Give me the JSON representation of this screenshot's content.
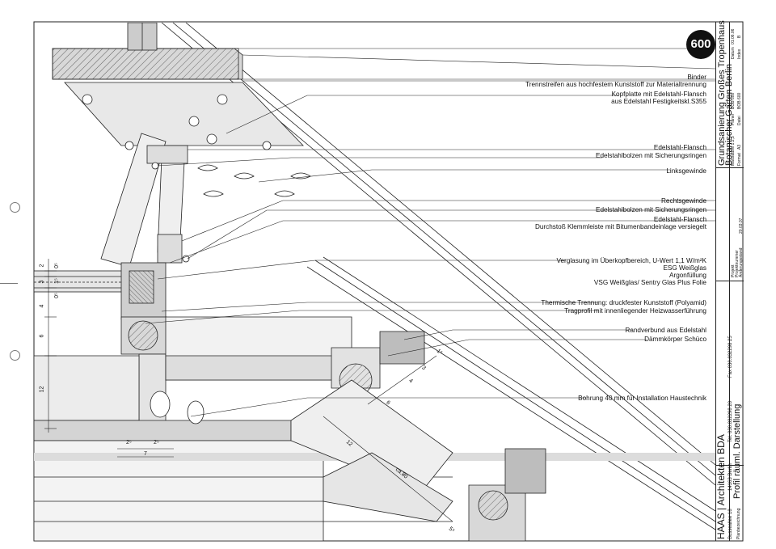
{
  "sheet_number": "600",
  "labels": [
    "Binder",
    "Trennstreifen aus hochfestem Kunststoff zur Materialtrennung",
    "Kopfplatte mit Edelstahl-Flansch",
    "aus Edelstahl Festigkeitskl.S355",
    "Edelstahl-Flansch",
    "Edelstahlbolzen mit Sicherungsringen",
    "Linksgewinde",
    "Rechtsgewinde",
    "Edelstahlbolzen mit Sicherungsringen",
    "Edelstahl-Flansch",
    "Durchstoß Klemmleiste mit Bitumenbandeinlage versiegelt",
    "Verglasung im Überkopfbereich, U-Wert 1,1 W/m²K",
    "ESG Weißglas",
    "Argonfüllung",
    "VSG Weißglas/ Sentry Glas Plus Folie",
    "Thermische Trennung: druckfester Kunststoff (Polyamid)",
    "Tragprofil mit innenliegender Heizwasserführung",
    "Randverbund aus Edelstahl",
    "Dämmkörper Schüco",
    "Bohrung 40 mm für Installation Haustechnik"
  ],
  "dimensions": {
    "left": [
      "2",
      "0⁵",
      "3",
      "1⁵",
      "0⁵",
      "4",
      "6",
      "12"
    ],
    "bottom": [
      "2⁵",
      "2⁵",
      "7"
    ],
    "diagonal": [
      "1⁵",
      "3",
      "4",
      "6",
      "12",
      "ca.80",
      "5⁵"
    ]
  },
  "title_block": {
    "project_title_1": "Grundsanierung Großes Tropenhaus",
    "project_title_2": "Botanischer Garten Berlin",
    "projekt_label": "Projekt",
    "projektnummer_label": "Projektnummer",
    "aenderungsstand_label": "Änderungsstand",
    "aenderungsstand_value": "20.03.07",
    "massstab_label": "Maßstab",
    "massstab_value": "M 1:2,5",
    "format_label": "Format",
    "format_value": "A3",
    "planer_label": "Planer",
    "planer_value": "BOB 600",
    "datei_label": "Datei",
    "datei_value": "BOB 600",
    "datum_label": "Datum",
    "datum_value": "01.06.06",
    "index_label": "Index",
    "index_value": "B",
    "architect": "HAAS | Architekten BDA",
    "street": "Busseallee 18",
    "city": "14163 Berlin",
    "tel": "Tel. 030.832298 20",
    "fax": "Fax 030.832298 25",
    "planbezeichnung_label": "Planbezeichnung",
    "plan_title": "Profil räuml. Darstellung"
  }
}
